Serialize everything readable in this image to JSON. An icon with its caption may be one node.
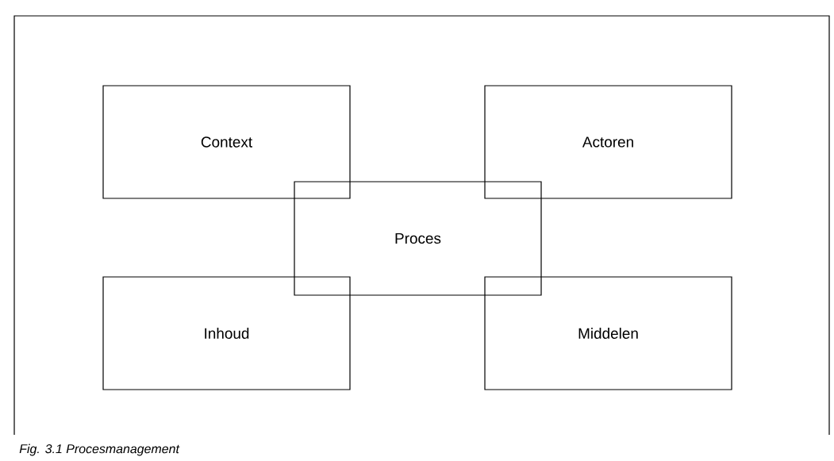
{
  "diagram": {
    "caption": "Fig. 3.1 Procesmanagement",
    "nodes": [
      {
        "text": [
          "Context"
        ]
      },
      {
        "text": [
          "Actoren"
        ]
      },
      {
        "text": [
          "Proces"
        ]
      },
      {
        "text": [
          "Inhoud"
        ]
      },
      {
        "text": [
          "Middelen"
        ]
      }
    ]
  }
}
